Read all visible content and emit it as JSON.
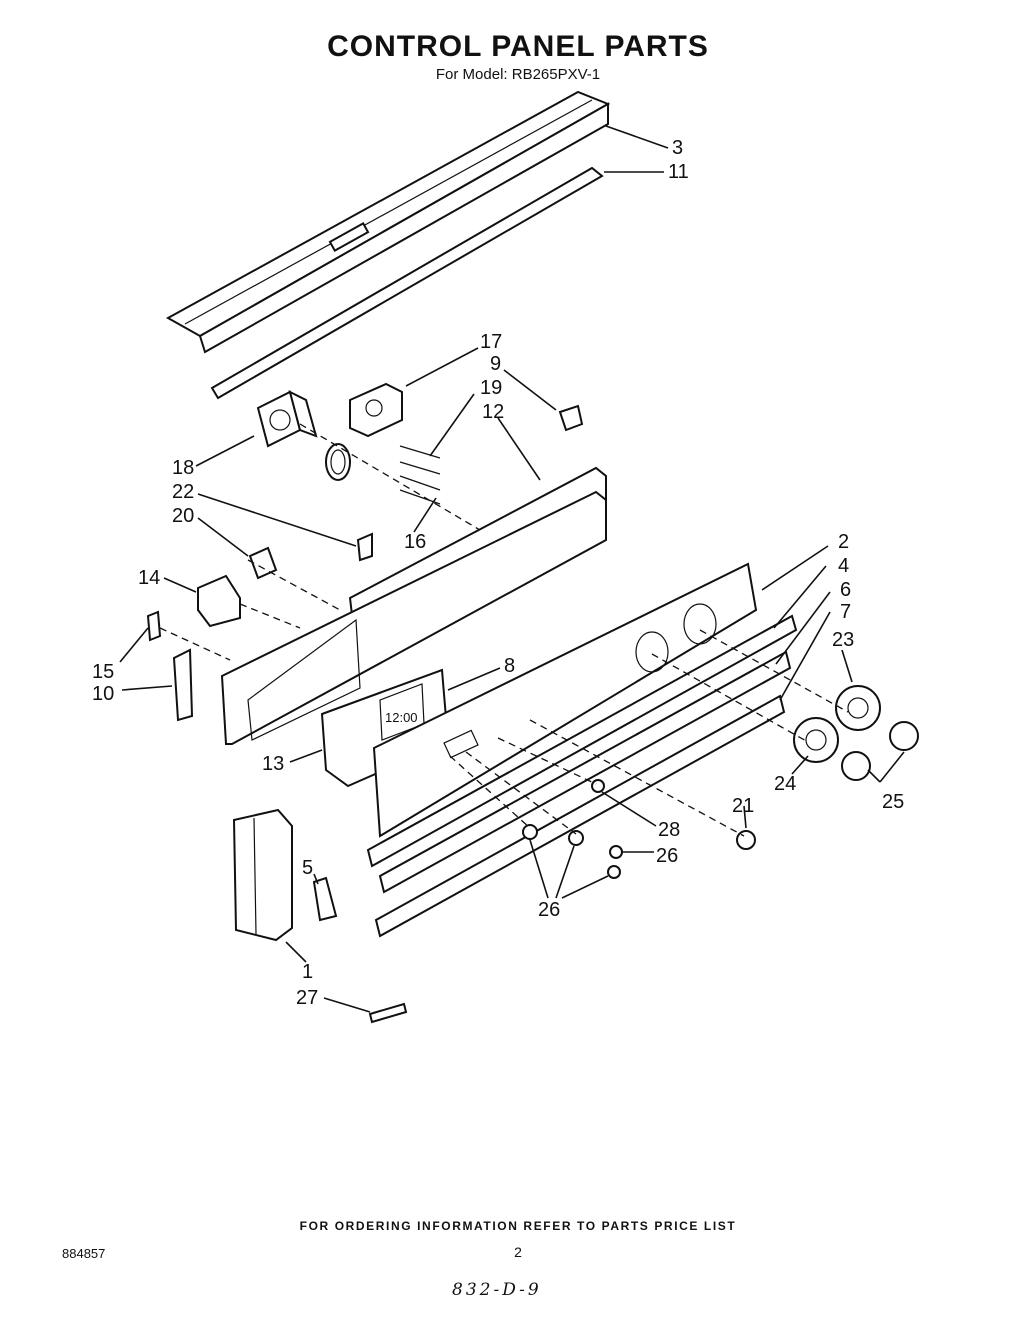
{
  "header": {
    "title": "CONTROL PANEL PARTS",
    "model_line": "For Model: RB265PXV-1"
  },
  "footer": {
    "ordering_note": "FOR ORDERING INFORMATION REFER TO PARTS PRICE LIST",
    "page_number": "2",
    "document_number": "884857",
    "handwritten_note": "832-D-9"
  },
  "clock_display": "12:00",
  "callouts": [
    "3",
    "11",
    "17",
    "9",
    "19",
    "12",
    "18",
    "22",
    "20",
    "16",
    "2",
    "4",
    "6",
    "7",
    "14",
    "23",
    "15",
    "10",
    "8",
    "13",
    "24",
    "21",
    "25",
    "28",
    "26",
    "26",
    "5",
    "1",
    "27"
  ]
}
